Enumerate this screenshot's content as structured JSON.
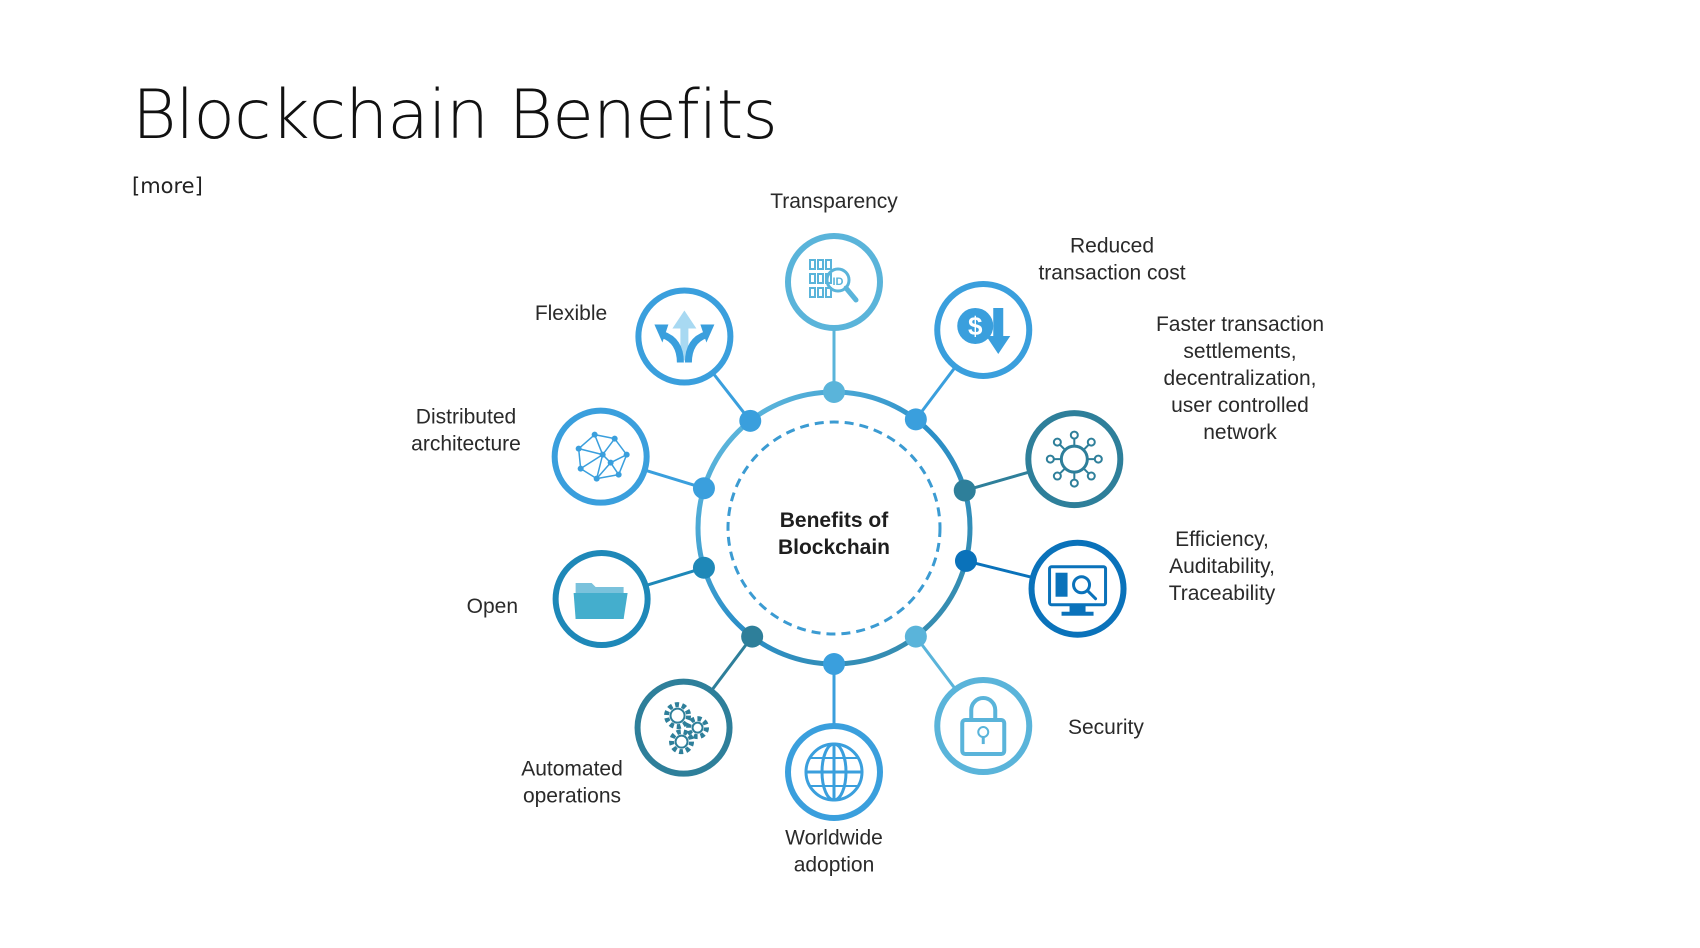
{
  "slide": {
    "title": "Blockchain Benefits",
    "subtitle": "[more]"
  },
  "diagram": {
    "center": {
      "line1": "Benefits of",
      "line2": "Blockchain"
    },
    "nodes": [
      {
        "id": "transparency",
        "icon": "id-search-icon",
        "lines": [
          "Transparency"
        ],
        "color": "#5ab4da"
      },
      {
        "id": "reduced-cost",
        "icon": "dollar-down-icon",
        "lines": [
          "Reduced",
          "transaction cost"
        ],
        "color": "#3a9fdd"
      },
      {
        "id": "faster-settlements",
        "icon": "network-hub-icon",
        "lines": [
          "Faster transaction",
          "settlements,",
          "decentralization,",
          "user controlled",
          "network"
        ],
        "color": "#2e7f9a"
      },
      {
        "id": "efficiency",
        "icon": "monitor-search-icon",
        "lines": [
          "Efficiency,",
          "Auditability,",
          "Traceability"
        ],
        "color": "#0a72ba"
      },
      {
        "id": "security",
        "icon": "padlock-icon",
        "lines": [
          "Security"
        ],
        "color": "#5ab4da"
      },
      {
        "id": "worldwide",
        "icon": "globe-icon",
        "lines": [
          "Worldwide",
          "adoption"
        ],
        "color": "#3a9fdd"
      },
      {
        "id": "automated",
        "icon": "gears-icon",
        "lines": [
          "Automated",
          "operations"
        ],
        "color": "#2e7f9a"
      },
      {
        "id": "open",
        "icon": "folder-icon",
        "lines": [
          "Open"
        ],
        "color": "#1e88b8"
      },
      {
        "id": "distributed",
        "icon": "mesh-network-icon",
        "lines": [
          "Distributed",
          "architecture"
        ],
        "color": "#3a9fdd"
      },
      {
        "id": "flexible",
        "icon": "split-arrows-icon",
        "lines": [
          "Flexible"
        ],
        "color": "#3a9fdd"
      }
    ]
  }
}
